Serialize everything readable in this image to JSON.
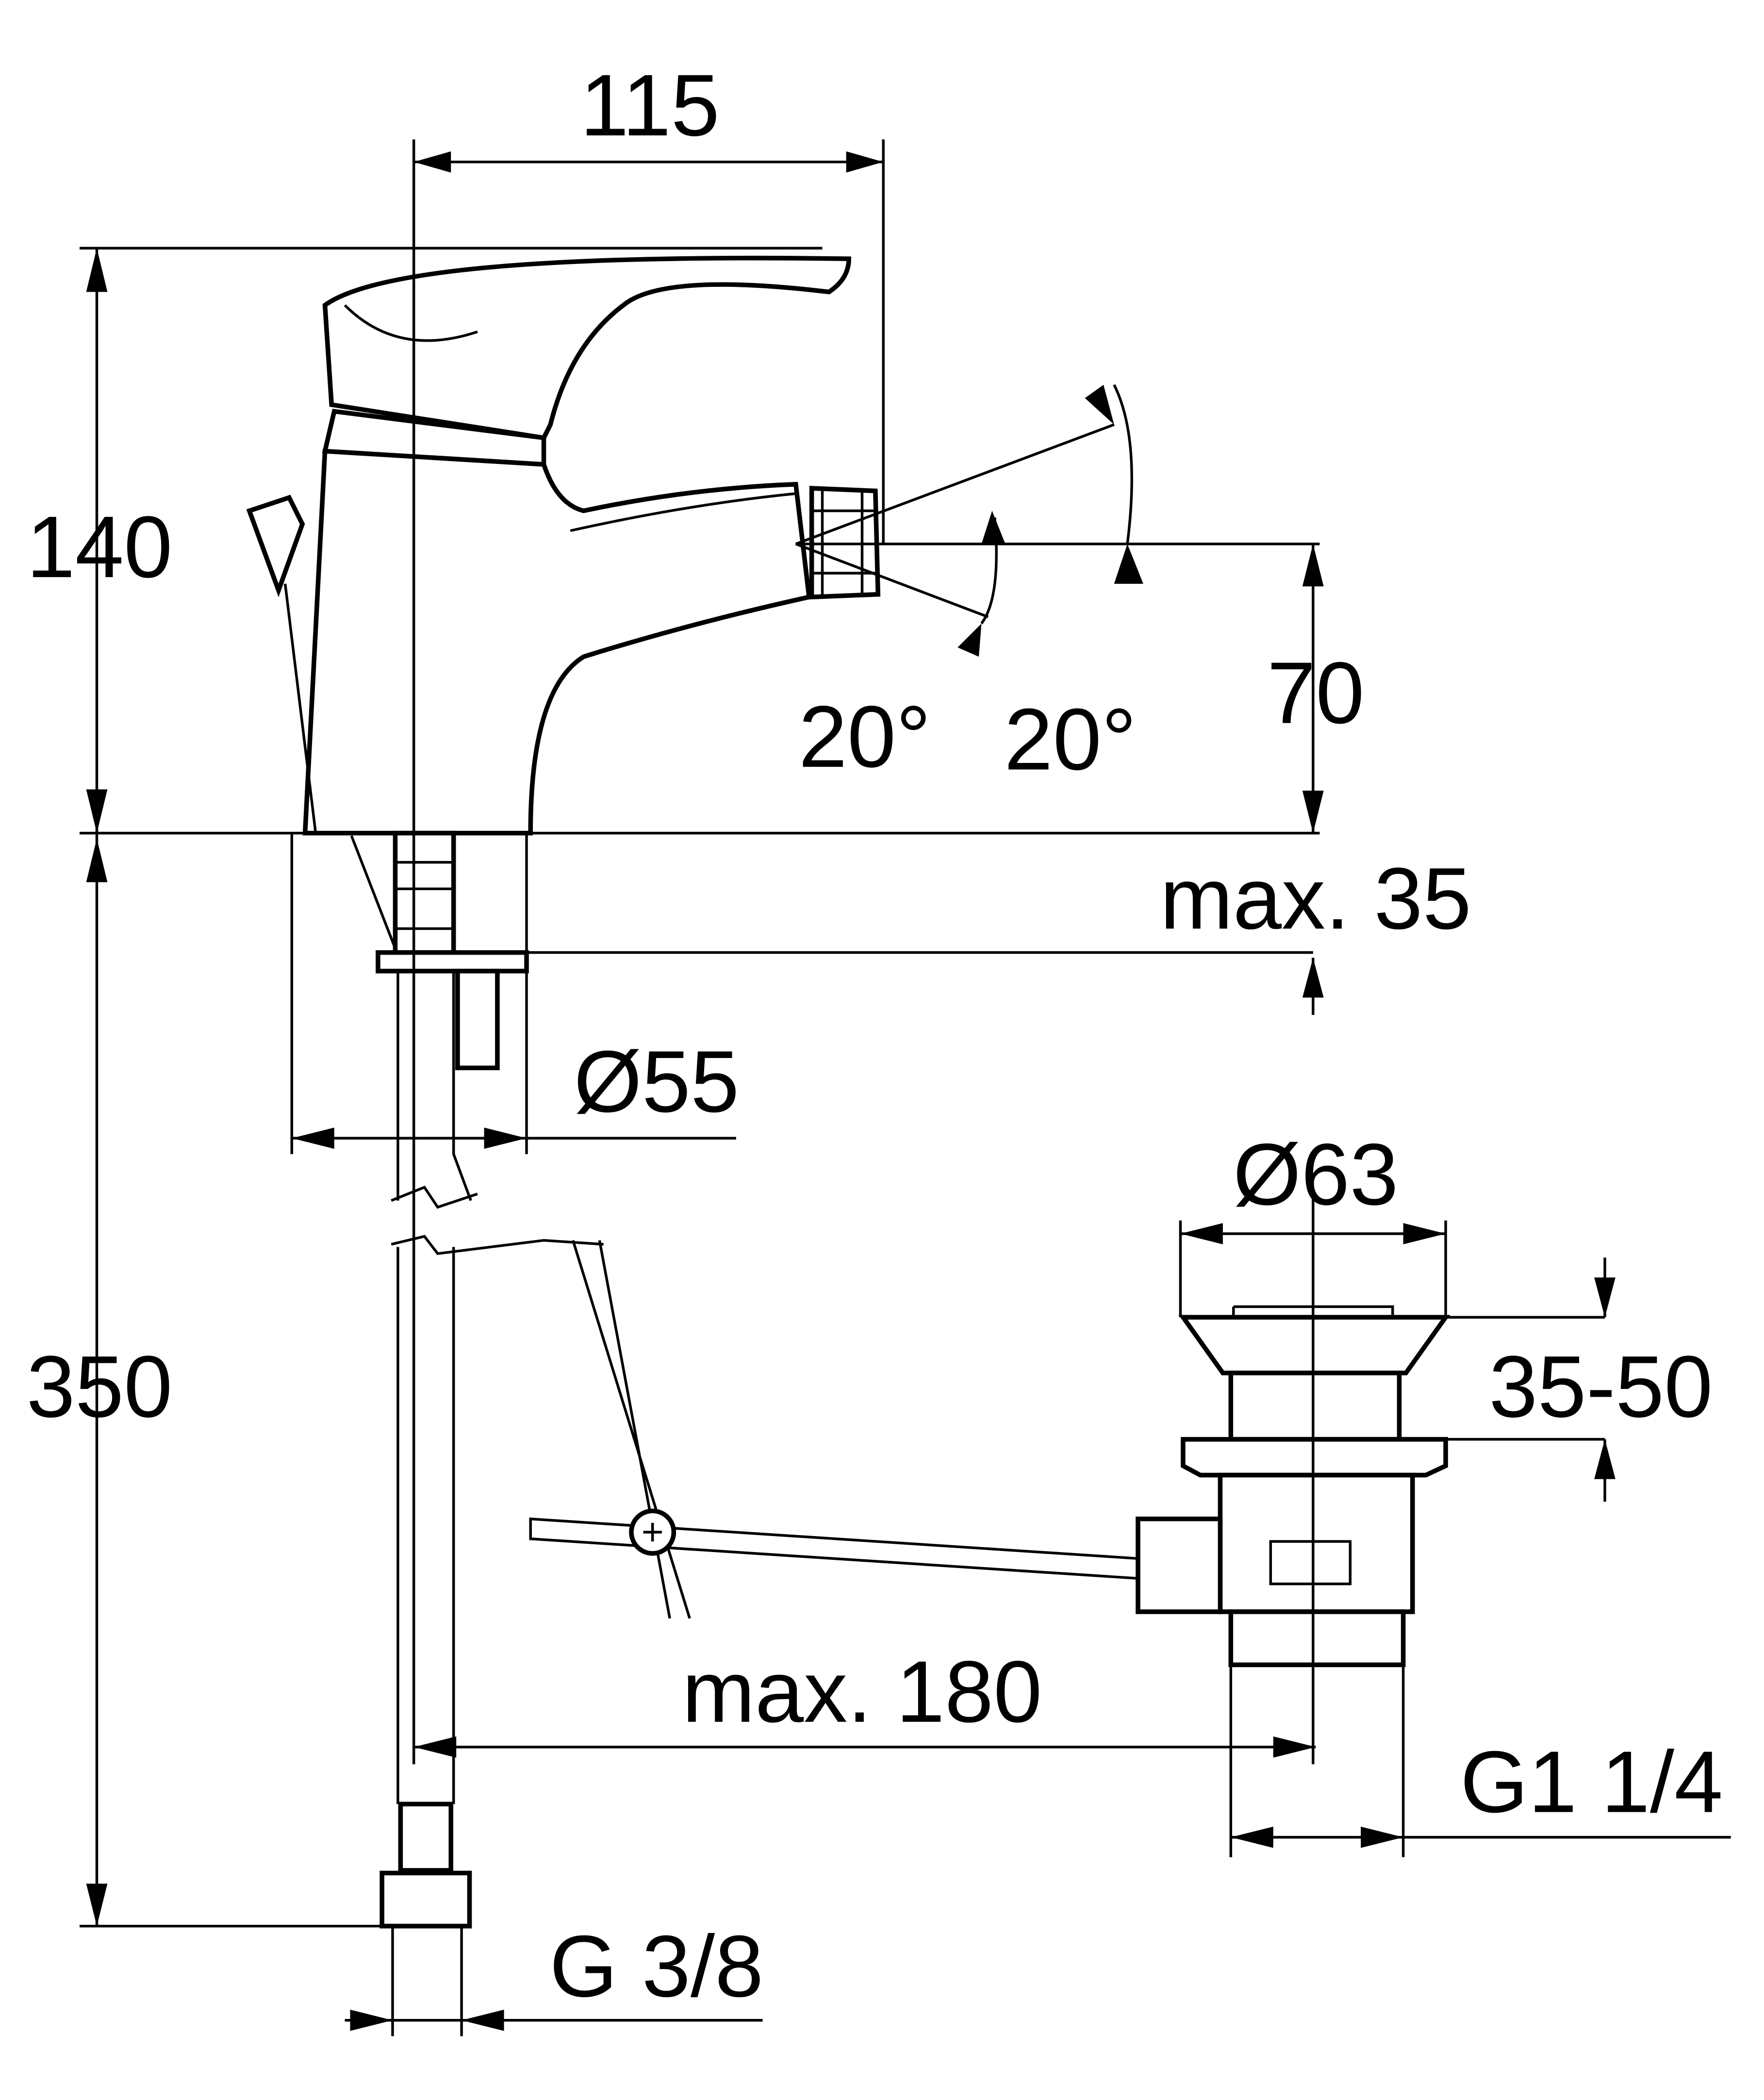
{
  "title": "Bidet mixer dimension drawing",
  "dimensions": {
    "width_spout": "115",
    "height_top": "140",
    "angle_down": "20°",
    "angle_up": "20°",
    "spout_height": "70",
    "deck_thickness": "max. 35",
    "base_diameter": "Ø55",
    "waste_diameter": "Ø63",
    "waste_range": "35-50",
    "hose_length": "350",
    "rod_length": "max. 180",
    "waste_thread": "G1 1/4",
    "supply_thread": "G 3/8"
  }
}
